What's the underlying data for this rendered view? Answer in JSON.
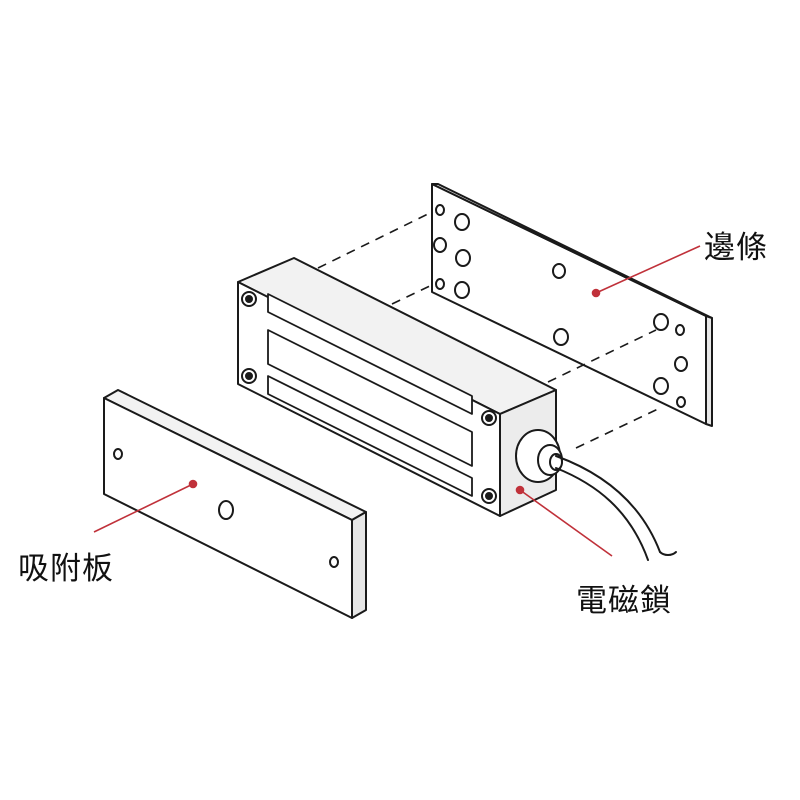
{
  "labels": {
    "bracket": "邊條",
    "armature_plate": "吸附板",
    "electromagnetic_lock": "電磁鎖"
  },
  "colors": {
    "outline": "#1a1a1a",
    "leader_line": "#c0313a",
    "leader_dot": "#c0313a",
    "background": "#ffffff"
  }
}
